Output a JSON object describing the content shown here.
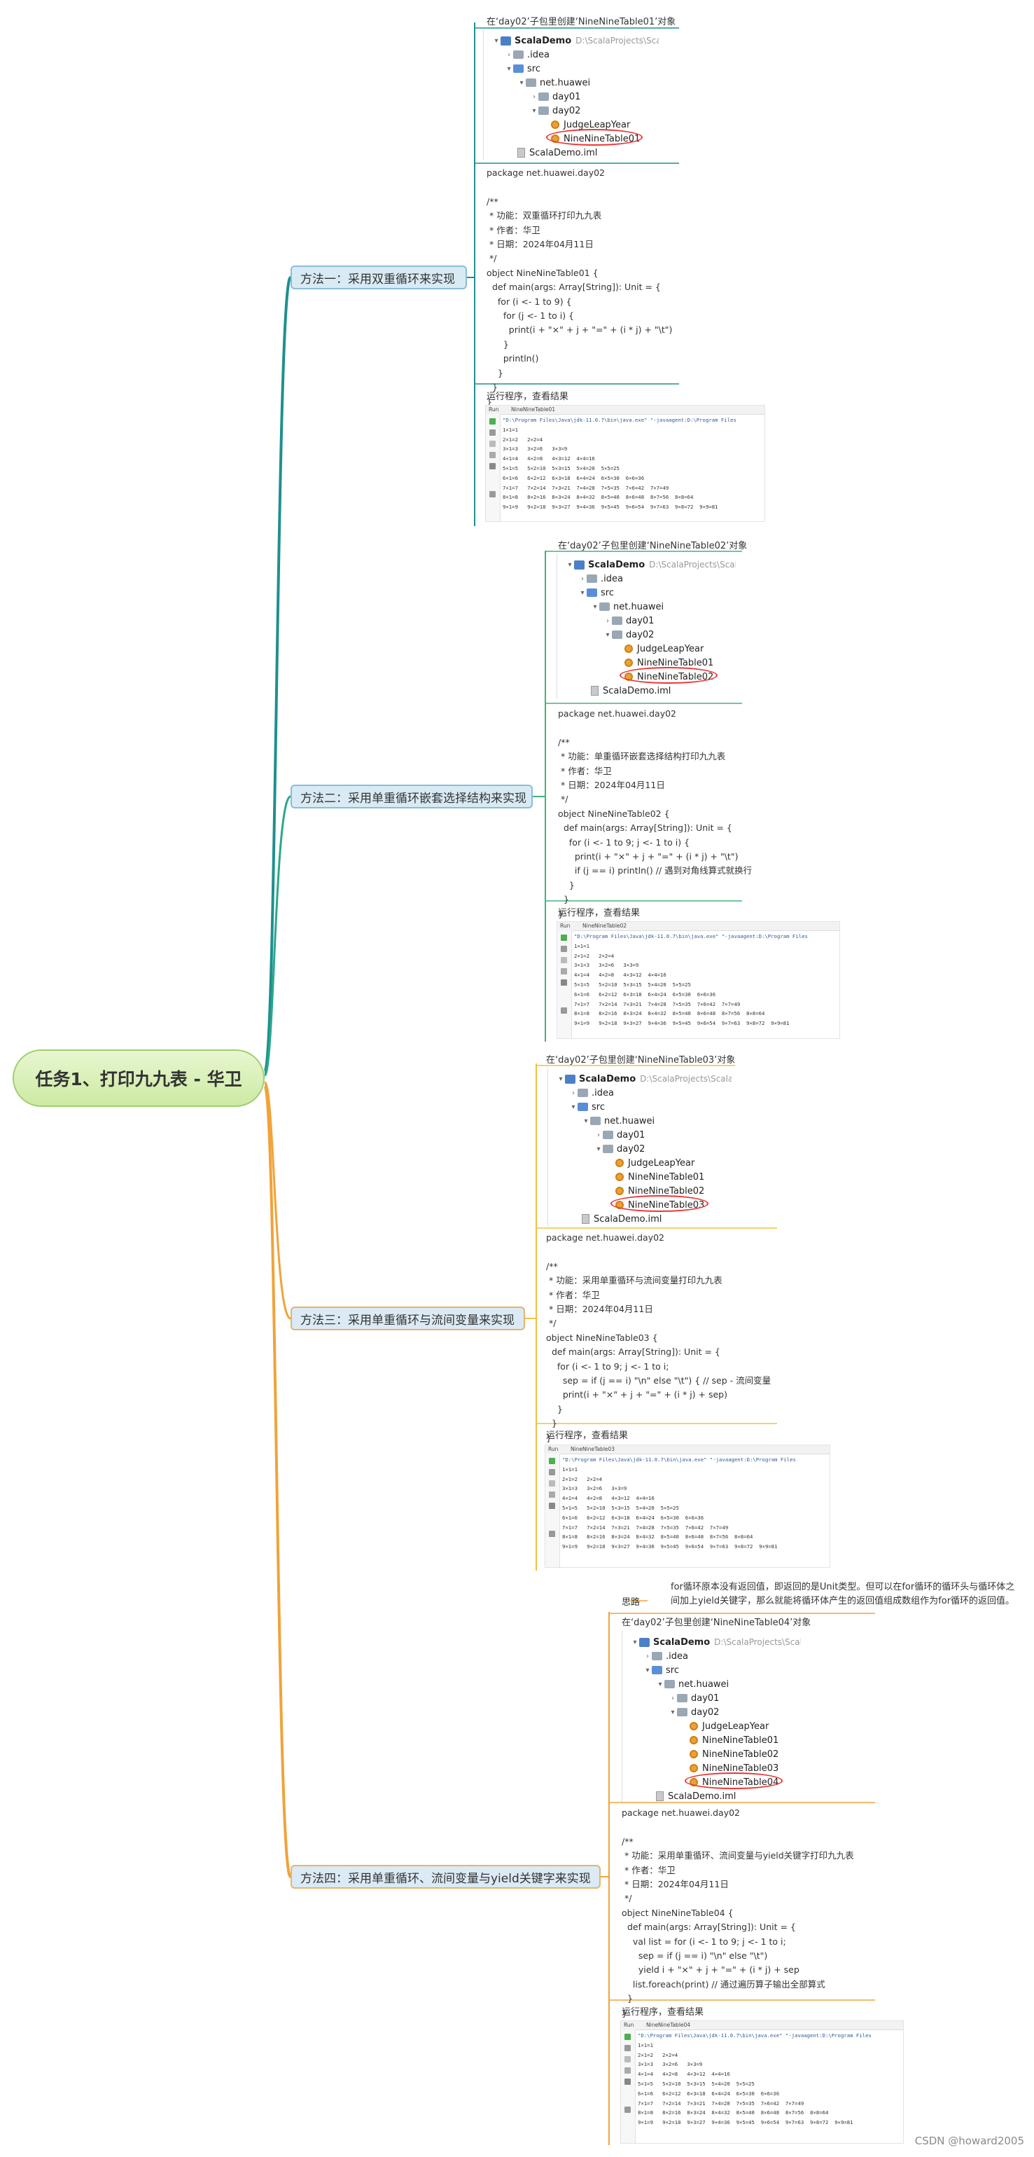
{
  "root": {
    "title": "任务1、打印九九表 - 华卫"
  },
  "colors": {
    "blue_branch": "#1f8f8f",
    "orange_branch": "#f0a33a",
    "green_branch": "#42b37a"
  },
  "methods": [
    {
      "title": "方法一：采用双重循环来实现",
      "tree_label": "在‘day02’子包里创建‘NineNineTable01’对象",
      "tree": {
        "project": "ScalaDemo",
        "project_path": "D:\\ScalaProjects\\ScalaDemo",
        "idea": ".idea",
        "src": "src",
        "pkg": "net.huawei",
        "day01": "day01",
        "day02": "day02",
        "files": [
          "JudgeLeapYear",
          "NineNineTable01"
        ],
        "iml": "ScalaDemo.iml"
      },
      "code": "package net.huawei.day02\n\n/**\n * 功能：双重循环打印九九表\n * 作者：华卫\n * 日期：2024年04月11日\n */\nobject NineNineTable01 {\n  def main(args: Array[String]): Unit = {\n    for (i <- 1 to 9) {\n      for (j <- 1 to i) {\n        print(i + \"×\" + j + \"=\" + (i * j) + \"\\t\")\n      }\n      println()\n    }\n  }\n}",
      "run_label": "运行程序，查看结果",
      "run_tab": "NineNineTable01"
    },
    {
      "title": "方法二：采用单重循环嵌套选择结构来实现",
      "tree_label": "在‘day02’子包里创建‘NineNineTable02’对象",
      "tree": {
        "project": "ScalaDemo",
        "project_path": "D:\\ScalaProjects\\ScalaDemo",
        "idea": ".idea",
        "src": "src",
        "pkg": "net.huawei",
        "day01": "day01",
        "day02": "day02",
        "files": [
          "JudgeLeapYear",
          "NineNineTable01",
          "NineNineTable02"
        ],
        "iml": "ScalaDemo.iml"
      },
      "code": "package net.huawei.day02\n\n/**\n * 功能：单重循环嵌套选择结构打印九九表\n * 作者：华卫\n * 日期：2024年04月11日\n */\nobject NineNineTable02 {\n  def main(args: Array[String]): Unit = {\n    for (i <- 1 to 9; j <- 1 to i) {\n      print(i + \"×\" + j + \"=\" + (i * j) + \"\\t\")\n      if (j == i) println() // 遇到对角线算式就换行\n    }\n  }\n}",
      "run_label": "运行程序，查看结果",
      "run_tab": "NineNineTable02"
    },
    {
      "title": "方法三：采用单重循环与流间变量来实现",
      "tree_label": "在‘day02’子包里创建‘NineNineTable03’对象",
      "tree": {
        "project": "ScalaDemo",
        "project_path": "D:\\ScalaProjects\\ScalaDemo",
        "idea": ".idea",
        "src": "src",
        "pkg": "net.huawei",
        "day01": "day01",
        "day02": "day02",
        "files": [
          "JudgeLeapYear",
          "NineNineTable01",
          "NineNineTable02",
          "NineNineTable03"
        ],
        "iml": "ScalaDemo.iml"
      },
      "code": "package net.huawei.day02\n\n/**\n * 功能：采用单重循环与流间变量打印九九表\n * 作者：华卫\n * 日期：2024年04月11日\n */\nobject NineNineTable03 {\n  def main(args: Array[String]): Unit = {\n    for (i <- 1 to 9; j <- 1 to i;\n      sep = if (j == i) \"\\n\" else \"\\t\") { // sep - 流间变量\n      print(i + \"×\" + j + \"=\" + (i * j) + sep)\n    }\n  }\n}",
      "run_label": "运行程序，查看结果",
      "run_tab": "NineNineTable03"
    },
    {
      "title": "方法四：采用单重循环、流间变量与yield关键字来实现",
      "thought_key": "思路",
      "thought": "for循环原本没有返回值，即返回的是Unit类型。但可以在for循环的循环头与循环体之\n间加上yield关键字，那么就能将循环体产生的返回值组成数组作为for循环的返回值。",
      "tree_label": "在‘day02’子包里创建‘NineNineTable04’对象",
      "tree": {
        "project": "ScalaDemo",
        "project_path": "D:\\ScalaProjects\\ScalaDemo",
        "idea": ".idea",
        "src": "src",
        "pkg": "net.huawei",
        "day01": "day01",
        "day02": "day02",
        "files": [
          "JudgeLeapYear",
          "NineNineTable01",
          "NineNineTable02",
          "NineNineTable03",
          "NineNineTable04"
        ],
        "iml": "ScalaDemo.iml"
      },
      "code": "package net.huawei.day02\n\n/**\n * 功能：采用单重循环、流间变量与yield关键字打印九九表\n * 作者：华卫\n * 日期：2024年04月11日\n */\nobject NineNineTable04 {\n  def main(args: Array[String]): Unit = {\n    val list = for (i <- 1 to 9; j <- 1 to i;\n      sep = if (j == i) \"\\n\" else \"\\t\")\n      yield i + \"×\" + j + \"=\" + (i * j) + sep\n    list.foreach(print) // 通过遍历算子输出全部算式\n  }\n}",
      "run_label": "运行程序，查看结果",
      "run_tab": "NineNineTable04"
    }
  ],
  "run_output": {
    "tool_run": "Run",
    "command": "\"D:\\Program Files\\Java\\jdk-11.0.7\\bin\\java.exe\" \"-javaagent:D:\\Program Files",
    "lines": [
      "1×1=1",
      "2×1=2   2×2=4",
      "3×1=3   3×2=6   3×3=9",
      "4×1=4   4×2=8   4×3=12  4×4=16",
      "5×1=5   5×2=10  5×3=15  5×4=20  5×5=25",
      "6×1=6   6×2=12  6×3=18  6×4=24  6×5=30  6×6=36",
      "7×1=7   7×2=14  7×3=21  7×4=28  7×5=35  7×6=42  7×7=49",
      "8×1=8   8×2=16  8×3=24  8×4=32  8×5=40  8×6=48  8×7=56  8×8=64",
      "9×1=9   9×2=18  9×3=27  9×4=36  9×5=45  9×6=54  9×7=63  9×8=72  9×9=81"
    ]
  },
  "watermark": "CSDN @howard2005"
}
